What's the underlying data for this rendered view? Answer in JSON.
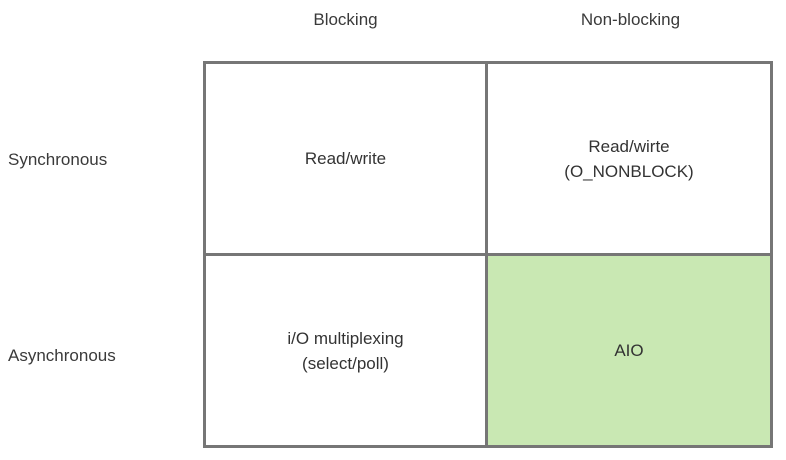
{
  "diagram": {
    "type": "2x2-matrix",
    "title": "",
    "column_headers": [
      {
        "id": "blocking",
        "label": "Blocking"
      },
      {
        "id": "non-blocking",
        "label": "Non-blocking"
      }
    ],
    "row_headers": [
      {
        "id": "synchronous",
        "label": "Synchronous"
      },
      {
        "id": "asynchronous",
        "label": "Asynchronous"
      }
    ],
    "cells": [
      {
        "id": "sync-blocking",
        "row": "Synchronous",
        "column": "Blocking",
        "label": "Read/write",
        "highlighted": false,
        "fill": "#ffffff"
      },
      {
        "id": "sync-nonblocking",
        "row": "Synchronous",
        "column": "Non-blocking",
        "label": "Read/wirte\n(O_NONBLOCK)",
        "highlighted": false,
        "fill": "#ffffff"
      },
      {
        "id": "async-blocking",
        "row": "Asynchronous",
        "column": "Blocking",
        "label": "i/O multiplexing\n(select/poll)",
        "highlighted": false,
        "fill": "#ffffff"
      },
      {
        "id": "async-nonblocking",
        "row": "Asynchronous",
        "column": "Non-blocking",
        "label": "AIO",
        "highlighted": true,
        "fill": "#c9e8b3"
      }
    ],
    "colors": {
      "background": "#ffffff",
      "border": "#767676",
      "text": "#333333",
      "highlight_fill": "#c9e8b3"
    }
  }
}
